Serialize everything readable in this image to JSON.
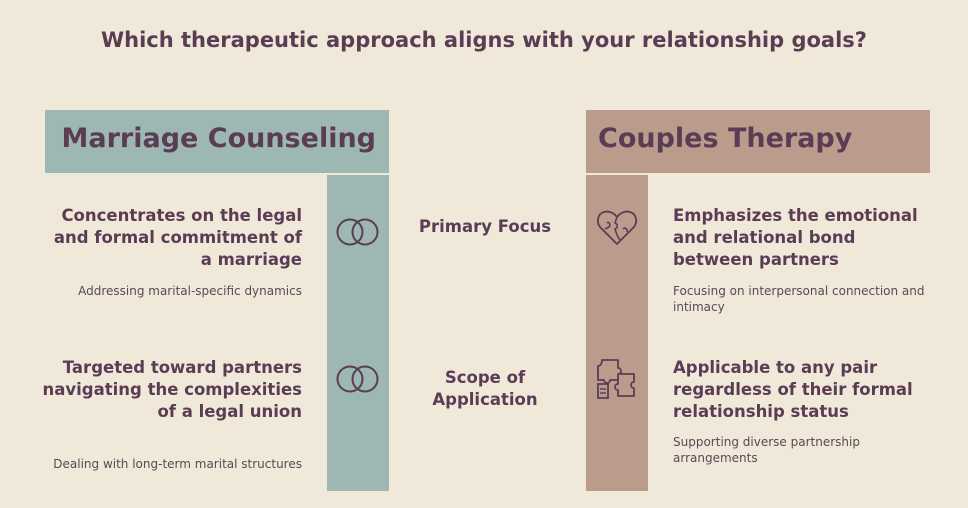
{
  "title": "Which therapeutic approach aligns with your relationship goals?",
  "left": {
    "header": "Marriage Counseling",
    "rows": [
      {
        "heading": "Concentrates on the legal and formal commitment of a marriage",
        "sub": "Addressing marital-specific dynamics",
        "icon": "interlocking-rings-icon"
      },
      {
        "heading": "Targeted toward partners navigating the complexities of a legal union",
        "sub": "Dealing with long-term marital structures",
        "icon": "interlocking-rings-icon"
      }
    ]
  },
  "right": {
    "header": "Couples Therapy",
    "rows": [
      {
        "heading": "Emphasizes the emotional and relational bond between partners",
        "sub": "Focusing on interpersonal connection and intimacy",
        "icon": "puzzle-heart-icon"
      },
      {
        "heading": "Applicable to any pair regardless of their formal relationship status",
        "sub": "Supporting diverse partnership arrangements",
        "icon": "puzzle-pieces-icon"
      }
    ]
  },
  "criteria": [
    "Primary Focus",
    "Scope of Application"
  ],
  "colors": {
    "background": "#f0e8d8",
    "left_accent": "#9db8b2",
    "right_accent": "#bb9c8c",
    "text": "#5a3d55"
  }
}
